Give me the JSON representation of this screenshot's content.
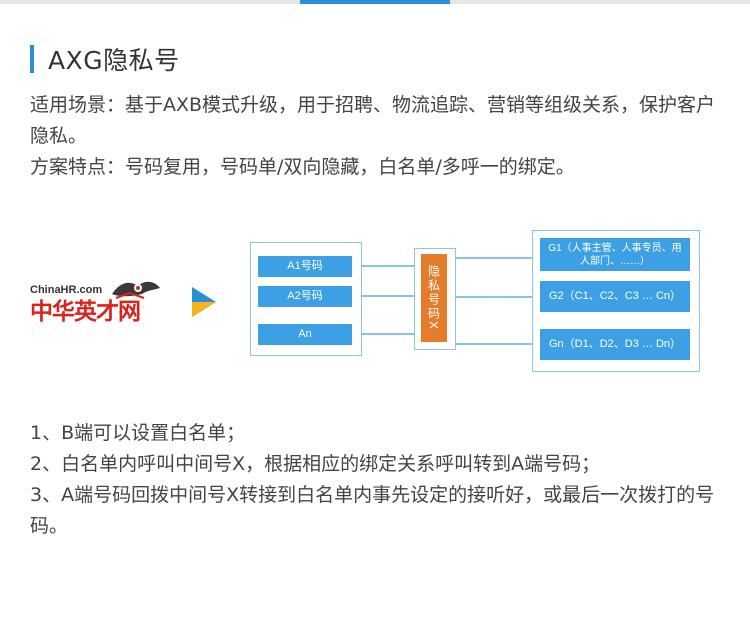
{
  "heading": {
    "title": "AXG隐私号"
  },
  "intro": {
    "scene": "适用场景：基于AXB模式升级，用于招聘、物流追踪、营销等组级关系，保护客户隐私。",
    "features": "方案特点：号码复用，号码单/双向隐藏，白名单/多呼一的绑定。"
  },
  "logo": {
    "small": "ChinaHR.com",
    "name": "中华英才网"
  },
  "diagram": {
    "a_numbers": [
      "A1号码",
      "A2号码",
      "An"
    ],
    "x_number": "隐私号码X",
    "groups": [
      "G1（人事主管、人事专员、用人部门、……）",
      "G2（C1、C2、C3 … Cn）",
      "Gn（D1、D2、D3 … Dn）"
    ]
  },
  "steps": [
    "1、B端可以设置白名单；",
    "2、白名单内呼叫中间号X，根据相应的绑定关系呼叫转到A端号码；",
    "3、A端号码回拨中间号X转接到白名单内事先设定的接听好，或最后一次拨打的号码。"
  ],
  "colors": {
    "accent": "#2c8ed6",
    "pill": "#3ea0e4",
    "x_pill": "#e57c2c",
    "logo_red": "#d9231b"
  }
}
